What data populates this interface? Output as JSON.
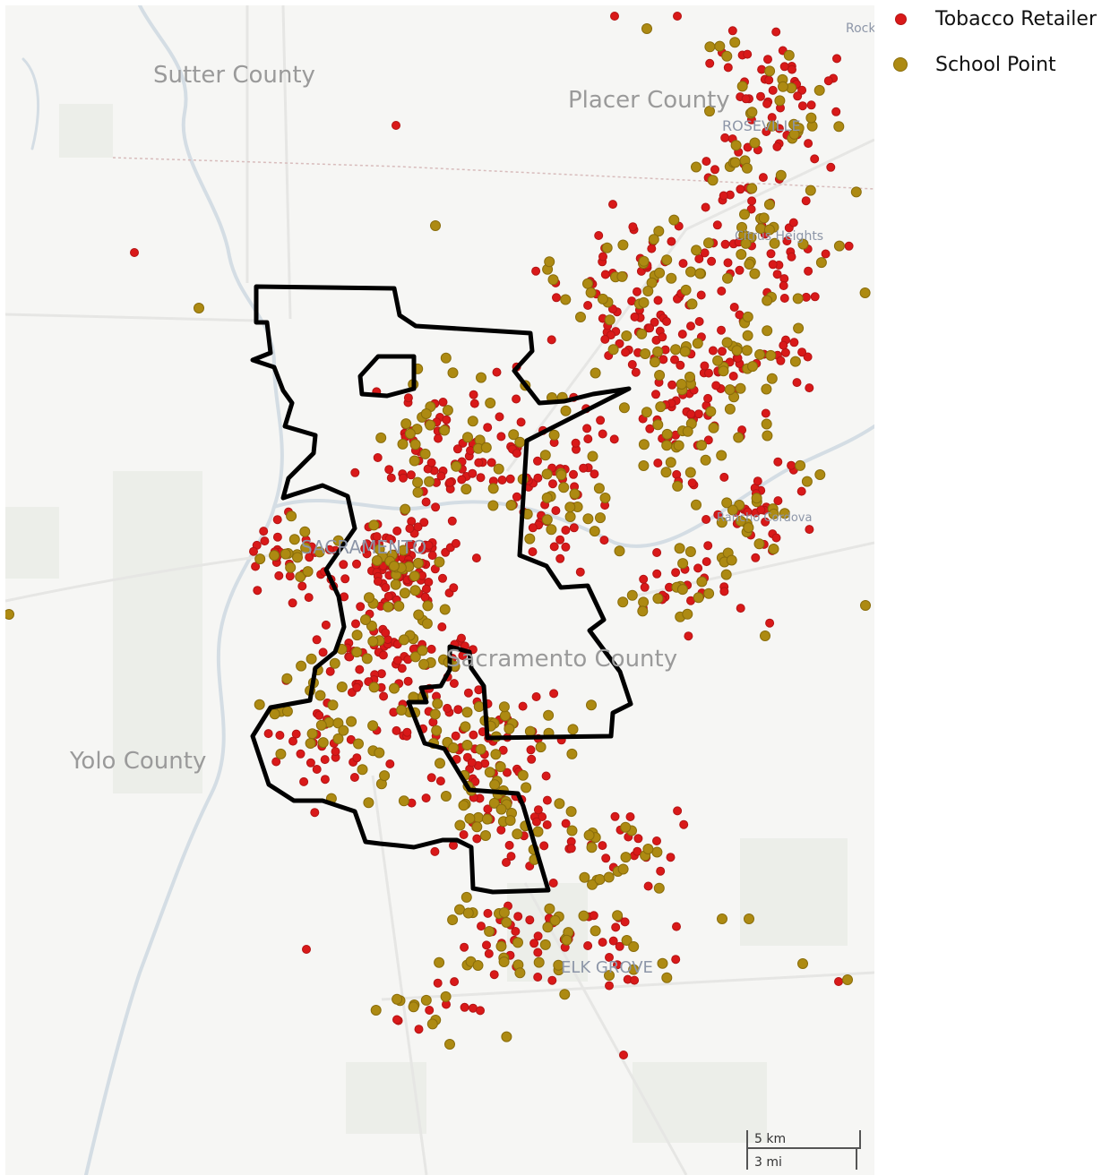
{
  "map": {
    "place_labels": [
      {
        "id": "sutter",
        "text": "Sutter County"
      },
      {
        "id": "placer",
        "text": "Placer County"
      },
      {
        "id": "yolo",
        "text": "Yolo County"
      },
      {
        "id": "sacramento-county",
        "text": "Sacramento County"
      },
      {
        "id": "sacramento-city",
        "text": "SACRAMENTO"
      },
      {
        "id": "citrus",
        "text": "Citrus Heights"
      },
      {
        "id": "rancho",
        "text": "Rancho Cordova"
      },
      {
        "id": "elk-grove",
        "text": "ELK GROVE"
      },
      {
        "id": "roseville",
        "text": "ROSEVILLE"
      },
      {
        "id": "rocklin",
        "text": "Rocklin"
      }
    ],
    "scale_bar": {
      "km_label": "5 km",
      "mi_label": "3 mi"
    },
    "colors": {
      "retailer": "#d91919",
      "school": "#ad8a12",
      "boundary": "#000000",
      "land": "#f6f6f4",
      "water": "#d4dde4"
    }
  },
  "legend": {
    "items": [
      {
        "label": "Tobacco Retailer",
        "marker": "red-dot"
      },
      {
        "label": "School Point",
        "marker": "gold-dot"
      }
    ]
  }
}
